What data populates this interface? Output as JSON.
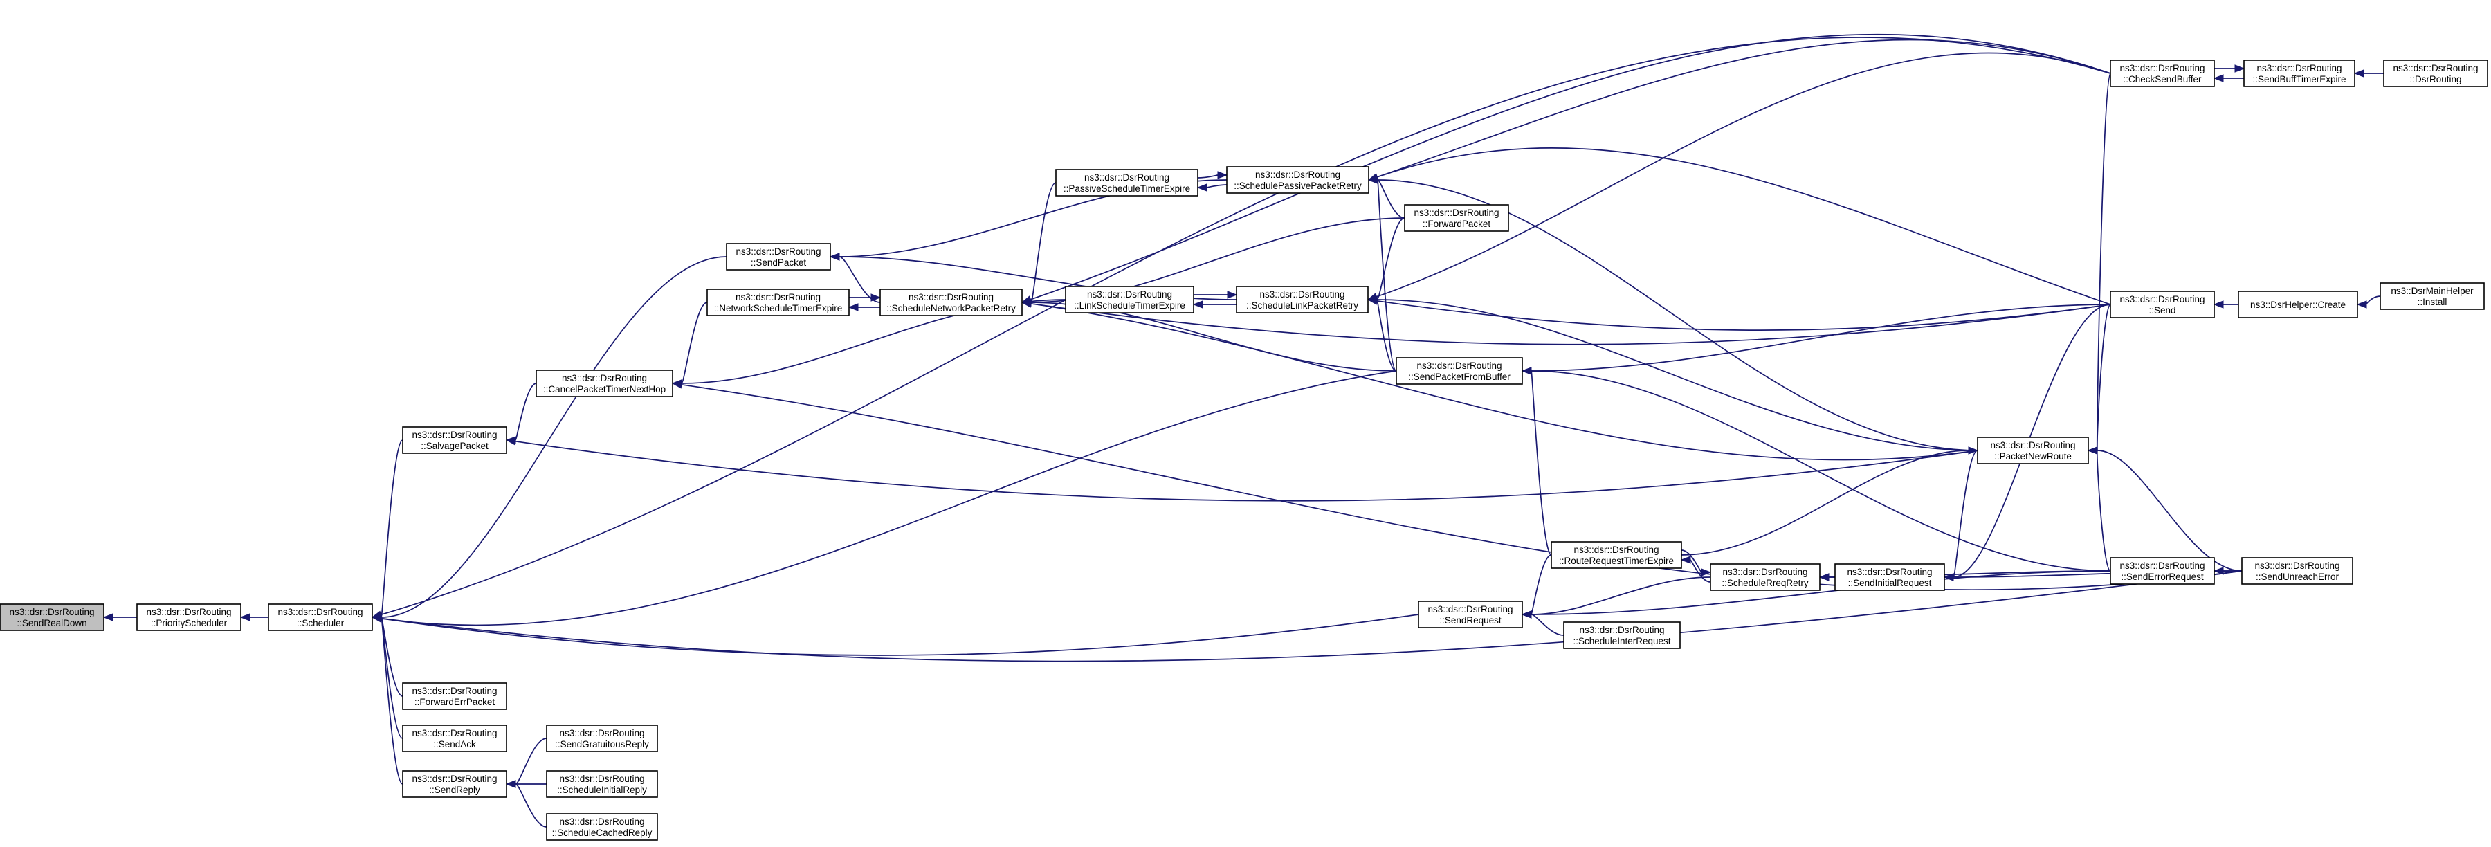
{
  "diagram": {
    "kind": "doxygen-caller-graph",
    "colors": {
      "edge": "#191970",
      "node_border": "#000000",
      "root_fill": "#bfbfbf",
      "node_fill": "#ffffff"
    },
    "nodes": [
      {
        "id": "sendRealDown",
        "lines": [
          "ns3::dsr::DsrRouting",
          "::SendRealDown"
        ],
        "root": true
      },
      {
        "id": "priorityScheduler",
        "lines": [
          "ns3::dsr::DsrRouting",
          "::PriorityScheduler"
        ]
      },
      {
        "id": "scheduler",
        "lines": [
          "ns3::dsr::DsrRouting",
          "::Scheduler"
        ]
      },
      {
        "id": "sendPacket",
        "lines": [
          "ns3::dsr::DsrRouting",
          "::SendPacket"
        ]
      },
      {
        "id": "networkScheduleTimerExpire",
        "lines": [
          "ns3::dsr::DsrRouting",
          "::NetworkScheduleTimerExpire"
        ]
      },
      {
        "id": "scheduleNetworkPacketRetry",
        "lines": [
          "ns3::dsr::DsrRouting",
          "::ScheduleNetworkPacketRetry"
        ]
      },
      {
        "id": "cancelPacketTimerNextHop",
        "lines": [
          "ns3::dsr::DsrRouting",
          "::CancelPacketTimerNextHop"
        ]
      },
      {
        "id": "salvagePacket",
        "lines": [
          "ns3::dsr::DsrRouting",
          "::SalvagePacket"
        ]
      },
      {
        "id": "forwardErrPacket",
        "lines": [
          "ns3::dsr::DsrRouting",
          "::ForwardErrPacket"
        ]
      },
      {
        "id": "sendAck",
        "lines": [
          "ns3::dsr::DsrRouting",
          "::SendAck"
        ]
      },
      {
        "id": "sendReply",
        "lines": [
          "ns3::dsr::DsrRouting",
          "::SendReply"
        ]
      },
      {
        "id": "sendGratuitousReply",
        "lines": [
          "ns3::dsr::DsrRouting",
          "::SendGratuitousReply"
        ]
      },
      {
        "id": "scheduleInitialReply",
        "lines": [
          "ns3::dsr::DsrRouting",
          "::ScheduleInitialReply"
        ]
      },
      {
        "id": "scheduleCachedReply",
        "lines": [
          "ns3::dsr::DsrRouting",
          "::ScheduleCachedReply"
        ]
      },
      {
        "id": "passiveScheduleTimerExpire",
        "lines": [
          "ns3::dsr::DsrRouting",
          "::PassiveScheduleTimerExpire"
        ]
      },
      {
        "id": "schedulePassivePacketRetry",
        "lines": [
          "ns3::dsr::DsrRouting",
          "::SchedulePassivePacketRetry"
        ]
      },
      {
        "id": "forwardPacket",
        "lines": [
          "ns3::dsr::DsrRouting",
          "::ForwardPacket"
        ]
      },
      {
        "id": "linkScheduleTimerExpire",
        "lines": [
          "ns3::dsr::DsrRouting",
          "::LinkScheduleTimerExpire"
        ]
      },
      {
        "id": "scheduleLinkPacketRetry",
        "lines": [
          "ns3::dsr::DsrRouting",
          "::ScheduleLinkPacketRetry"
        ]
      },
      {
        "id": "sendPacketFromBuffer",
        "lines": [
          "ns3::dsr::DsrRouting",
          "::SendPacketFromBuffer"
        ]
      },
      {
        "id": "routeRequestTimerExpire",
        "lines": [
          "ns3::dsr::DsrRouting",
          "::RouteRequestTimerExpire"
        ]
      },
      {
        "id": "sendRequest",
        "lines": [
          "ns3::dsr::DsrRouting",
          "::SendRequest"
        ]
      },
      {
        "id": "scheduleInterRequest",
        "lines": [
          "ns3::dsr::DsrRouting",
          "::ScheduleInterRequest"
        ]
      },
      {
        "id": "scheduleRreqRetry",
        "lines": [
          "ns3::dsr::DsrRouting",
          "::ScheduleRreqRetry"
        ]
      },
      {
        "id": "sendInitialRequest",
        "lines": [
          "ns3::dsr::DsrRouting",
          "::SendInitialRequest"
        ]
      },
      {
        "id": "packetNewRoute",
        "lines": [
          "ns3::dsr::DsrRouting",
          "::PacketNewRoute"
        ]
      },
      {
        "id": "checkSendBuffer",
        "lines": [
          "ns3::dsr::DsrRouting",
          "::CheckSendBuffer"
        ]
      },
      {
        "id": "sendBuffTimerExpire",
        "lines": [
          "ns3::dsr::DsrRouting",
          "::SendBuffTimerExpire"
        ]
      },
      {
        "id": "dsrRoutingCtor",
        "lines": [
          "ns3::dsr::DsrRouting",
          "::DsrRouting"
        ]
      },
      {
        "id": "send",
        "lines": [
          "ns3::dsr::DsrRouting",
          "::Send"
        ]
      },
      {
        "id": "dsrHelperCreate",
        "lines": [
          "ns3::DsrHelper::Create"
        ]
      },
      {
        "id": "dsrMainHelperInstall",
        "lines": [
          "ns3::DsrMainHelper",
          "::Install"
        ]
      },
      {
        "id": "sendErrorRequest",
        "lines": [
          "ns3::dsr::DsrRouting",
          "::SendErrorRequest"
        ]
      },
      {
        "id": "sendUnreachError",
        "lines": [
          "ns3::dsr::DsrRouting",
          "::SendUnreachError"
        ]
      }
    ],
    "edges": [
      [
        "priorityScheduler",
        "sendRealDown"
      ],
      [
        "scheduler",
        "priorityScheduler"
      ],
      [
        "sendPacket",
        "scheduler"
      ],
      [
        "cancelPacketTimerNextHop",
        "salvagePacket"
      ],
      [
        "salvagePacket",
        "scheduler"
      ],
      [
        "forwardErrPacket",
        "scheduler"
      ],
      [
        "sendAck",
        "scheduler"
      ],
      [
        "sendReply",
        "scheduler"
      ],
      [
        "sendGratuitousReply",
        "sendReply"
      ],
      [
        "scheduleInitialReply",
        "sendReply"
      ],
      [
        "scheduleCachedReply",
        "sendReply"
      ],
      [
        "networkScheduleTimerExpire",
        "cancelPacketTimerNextHop"
      ],
      [
        "linkScheduleTimerExpire",
        "cancelPacketTimerNextHop"
      ],
      [
        "sendPacketFromBuffer",
        "scheduler"
      ],
      [
        "sendRequest",
        "scheduler"
      ],
      [
        "sendUnreachError",
        "scheduler"
      ],
      [
        "checkSendBuffer",
        "scheduler"
      ],
      [
        "scheduleNetworkPacketRetry",
        "networkScheduleTimerExpire"
      ],
      [
        "networkScheduleTimerExpire",
        "scheduleNetworkPacketRetry"
      ],
      [
        "scheduleNetworkPacketRetry",
        "sendPacket"
      ],
      [
        "scheduleLinkPacketRetry",
        "sendPacket"
      ],
      [
        "schedulePassivePacketRetry",
        "sendPacket"
      ],
      [
        "passiveScheduleTimerExpire",
        "scheduleNetworkPacketRetry"
      ],
      [
        "forwardPacket",
        "scheduleNetworkPacketRetry"
      ],
      [
        "sendPacketFromBuffer",
        "scheduleNetworkPacketRetry"
      ],
      [
        "packetNewRoute",
        "scheduleNetworkPacketRetry"
      ],
      [
        "checkSendBuffer",
        "scheduleNetworkPacketRetry"
      ],
      [
        "send",
        "scheduleNetworkPacketRetry"
      ],
      [
        "passiveScheduleTimerExpire",
        "schedulePassivePacketRetry"
      ],
      [
        "schedulePassivePacketRetry",
        "passiveScheduleTimerExpire"
      ],
      [
        "forwardPacket",
        "schedulePassivePacketRetry"
      ],
      [
        "sendPacketFromBuffer",
        "schedulePassivePacketRetry"
      ],
      [
        "packetNewRoute",
        "schedulePassivePacketRetry"
      ],
      [
        "send",
        "schedulePassivePacketRetry"
      ],
      [
        "checkSendBuffer",
        "schedulePassivePacketRetry"
      ],
      [
        "linkScheduleTimerExpire",
        "scheduleLinkPacketRetry"
      ],
      [
        "scheduleLinkPacketRetry",
        "linkScheduleTimerExpire"
      ],
      [
        "forwardPacket",
        "scheduleLinkPacketRetry"
      ],
      [
        "sendPacketFromBuffer",
        "scheduleLinkPacketRetry"
      ],
      [
        "packetNewRoute",
        "scheduleLinkPacketRetry"
      ],
      [
        "send",
        "scheduleLinkPacketRetry"
      ],
      [
        "checkSendBuffer",
        "scheduleLinkPacketRetry"
      ],
      [
        "routeRequestTimerExpire",
        "sendPacketFromBuffer"
      ],
      [
        "send",
        "sendPacketFromBuffer"
      ],
      [
        "sendErrorRequest",
        "sendPacketFromBuffer"
      ],
      [
        "routeRequestTimerExpire",
        "sendRequest"
      ],
      [
        "scheduleRreqRetry",
        "sendRequest"
      ],
      [
        "scheduleInterRequest",
        "sendRequest"
      ],
      [
        "sendErrorRequest",
        "sendRequest"
      ],
      [
        "scheduleRreqRetry",
        "routeRequestTimerExpire"
      ],
      [
        "routeRequestTimerExpire",
        "scheduleRreqRetry"
      ],
      [
        "sendInitialRequest",
        "scheduleRreqRetry"
      ],
      [
        "sendErrorRequest",
        "scheduleRreqRetry"
      ],
      [
        "packetNewRoute",
        "sendInitialRequest"
      ],
      [
        "send",
        "sendInitialRequest"
      ],
      [
        "sendUnreachError",
        "sendInitialRequest"
      ],
      [
        "routeRequestTimerExpire",
        "packetNewRoute"
      ],
      [
        "packetNewRoute",
        "salvagePacket"
      ],
      [
        "checkSendBuffer",
        "packetNewRoute"
      ],
      [
        "send",
        "packetNewRoute"
      ],
      [
        "sendErrorRequest",
        "packetNewRoute"
      ],
      [
        "sendUnreachError",
        "packetNewRoute"
      ],
      [
        "sendBuffTimerExpire",
        "checkSendBuffer"
      ],
      [
        "checkSendBuffer",
        "sendBuffTimerExpire"
      ],
      [
        "dsrRoutingCtor",
        "sendBuffTimerExpire"
      ],
      [
        "dsrHelperCreate",
        "send"
      ],
      [
        "dsrMainHelperInstall",
        "dsrHelperCreate"
      ],
      [
        "sendUnreachError",
        "sendErrorRequest"
      ],
      [
        "sendUnreachError",
        "cancelPacketTimerNextHop"
      ]
    ]
  }
}
